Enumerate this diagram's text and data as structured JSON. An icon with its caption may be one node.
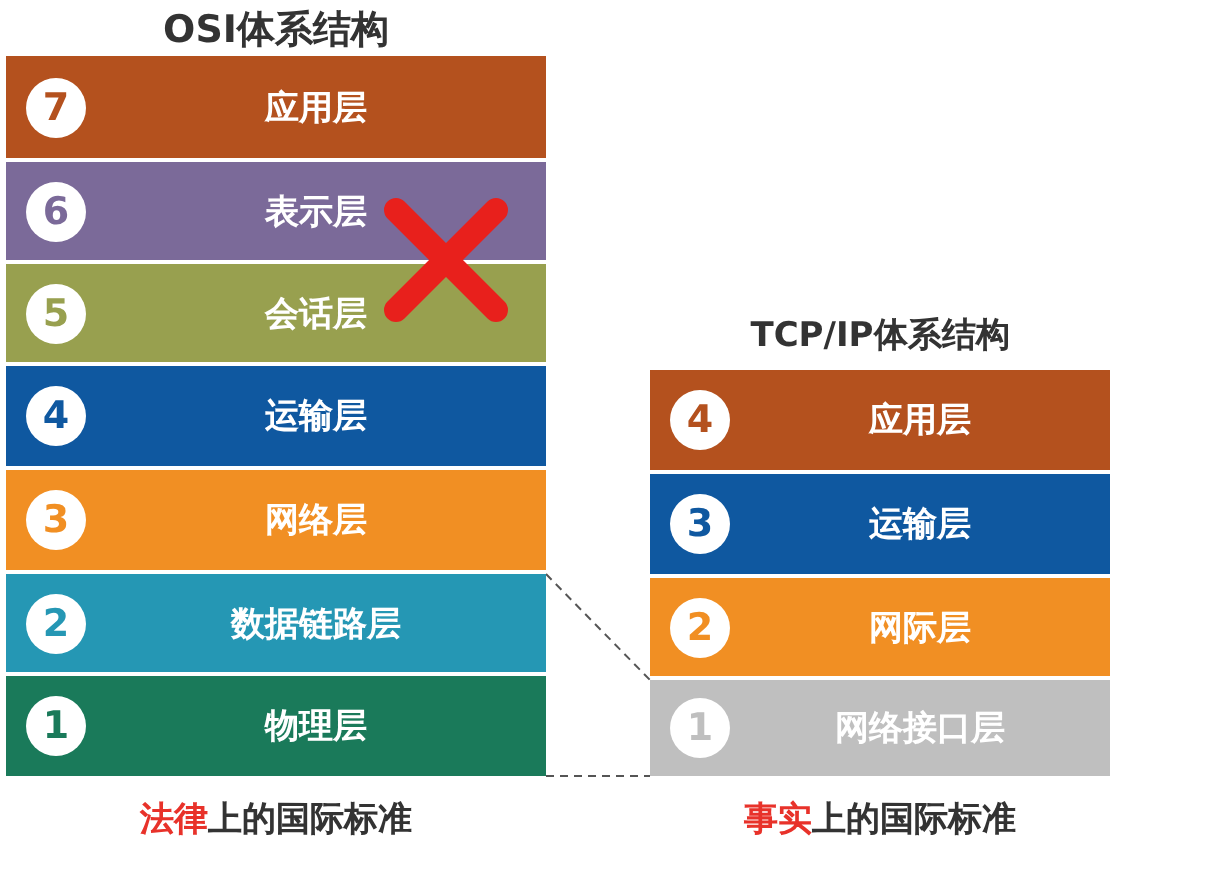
{
  "diagram": {
    "nodes": [
      {
        "text": [
          "7",
          "应用层"
        ]
      },
      {
        "text": [
          "6",
          "表示层"
        ]
      },
      {
        "text": [
          "5",
          "会话层"
        ]
      },
      {
        "text": [
          "4",
          "运输层"
        ]
      },
      {
        "text": [
          "3",
          "网络层"
        ]
      },
      {
        "text": [
          "2",
          "数据链路层"
        ]
      },
      {
        "text": [
          "1",
          "物理层"
        ]
      },
      {
        "text": [
          "4",
          "应用层"
        ]
      },
      {
        "text": [
          "3",
          "运输层"
        ]
      },
      {
        "text": [
          "2",
          "网际层"
        ]
      },
      {
        "text": [
          "1",
          "网络接口层"
        ]
      }
    ],
    "edges": [
      {
        "from": 5,
        "to": 10,
        "arrow": "none",
        "style": "dashed"
      },
      {
        "from": 6,
        "to": 10,
        "arrow": "none",
        "style": "dashed"
      }
    ],
    "labels": [
      "OSI体系结构",
      "TCP/IP体系结构",
      "**法律**上的国际标准",
      "**事实**上的国际标准"
    ]
  }
}
